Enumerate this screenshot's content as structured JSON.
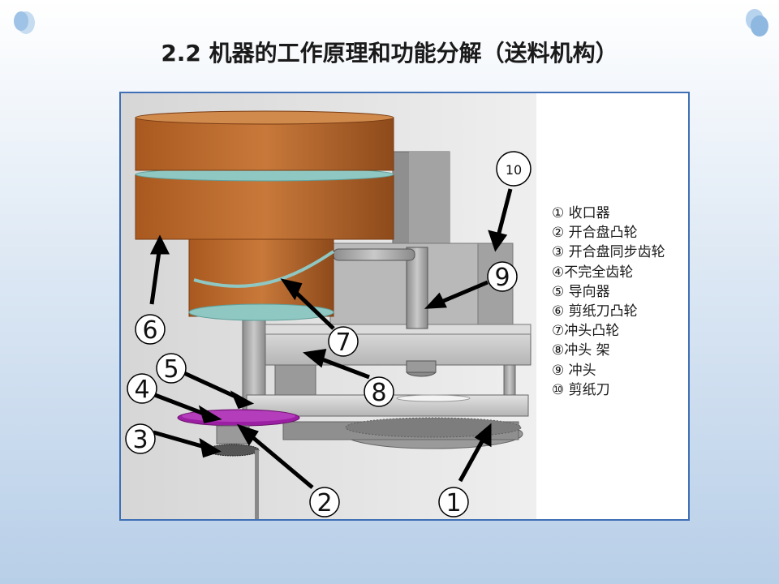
{
  "slide": {
    "title": "2.2 机器的工作原理和功能分解（送料机构）"
  },
  "callouts": {
    "c1": "1",
    "c2": "2",
    "c3": "3",
    "c4": "4",
    "c5": "5",
    "c6": "6",
    "c7": "7",
    "c8": "8",
    "c9": "9",
    "c10": "10"
  },
  "legend": [
    "① 收口器",
    "② 开合盘凸轮",
    "③ 开合盘同步齿轮",
    "④不完全齿轮",
    "⑤ 导向器",
    "⑥ 剪纸刀凸轮",
    "⑦冲头凸轮",
    "⑧冲头 架",
    "⑨ 冲头",
    "⑩ 剪纸刀"
  ],
  "colors": {
    "title": "#1a1a1a",
    "frame_border": "#3f6fb5",
    "cam_brown": "#b8642a",
    "ring_teal": "#8fc7c3",
    "gear_purple": "#9b1fa3",
    "metal_gray": "#a9a9a9"
  }
}
